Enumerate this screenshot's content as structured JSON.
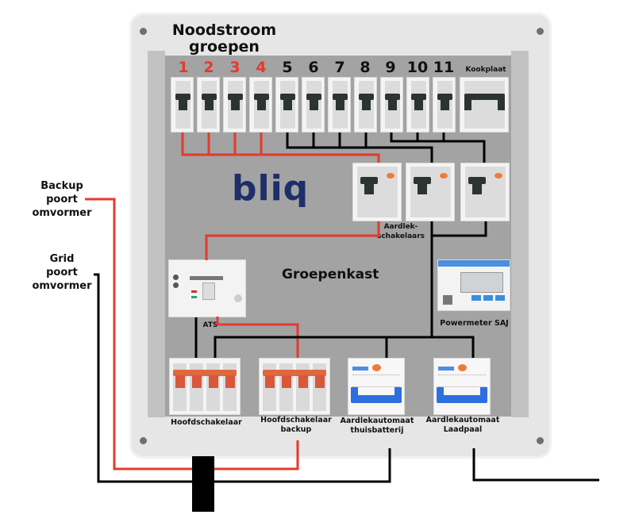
{
  "title": {
    "line1": "Noodstroom",
    "line2": "groepen"
  },
  "brand": "bliq",
  "cabinet_label": "Groepenkast",
  "group_numbers": [
    {
      "label": "1",
      "emergency": true
    },
    {
      "label": "2",
      "emergency": true
    },
    {
      "label": "3",
      "emergency": true
    },
    {
      "label": "4",
      "emergency": true
    },
    {
      "label": "5",
      "emergency": false
    },
    {
      "label": "6",
      "emergency": false
    },
    {
      "label": "7",
      "emergency": false
    },
    {
      "label": "8",
      "emergency": false
    },
    {
      "label": "9",
      "emergency": false
    },
    {
      "label": "10",
      "emergency": false
    },
    {
      "label": "11",
      "emergency": false
    }
  ],
  "kookplaat_label": "Kookplaat",
  "rcd_label": {
    "line1": "Aardlek-",
    "line2": "schakelaars"
  },
  "ats_label": "ATS",
  "powermeter_label": "Powermeter SAJ",
  "bottom_devices": [
    {
      "line1": "Hoofdschakelaar",
      "line2": ""
    },
    {
      "line1": "Hoofdschakelaar",
      "line2": "backup"
    },
    {
      "line1": "Aardlekautomaat",
      "line2": "thuisbatterij"
    },
    {
      "line1": "Aardlekautomaat",
      "line2": "Laadpaal"
    }
  ],
  "external": {
    "backup_port": {
      "line1": "Backup",
      "line2": "poort",
      "line3": "omvormer"
    },
    "grid_port": {
      "line1": "Grid",
      "line2": "poort",
      "line3": "omvormer"
    }
  },
  "colors": {
    "emergency_wire": "#e53a2b",
    "normal_wire": "#000000",
    "brand": "#1d2e6a",
    "panel": "#a3a3a3"
  }
}
